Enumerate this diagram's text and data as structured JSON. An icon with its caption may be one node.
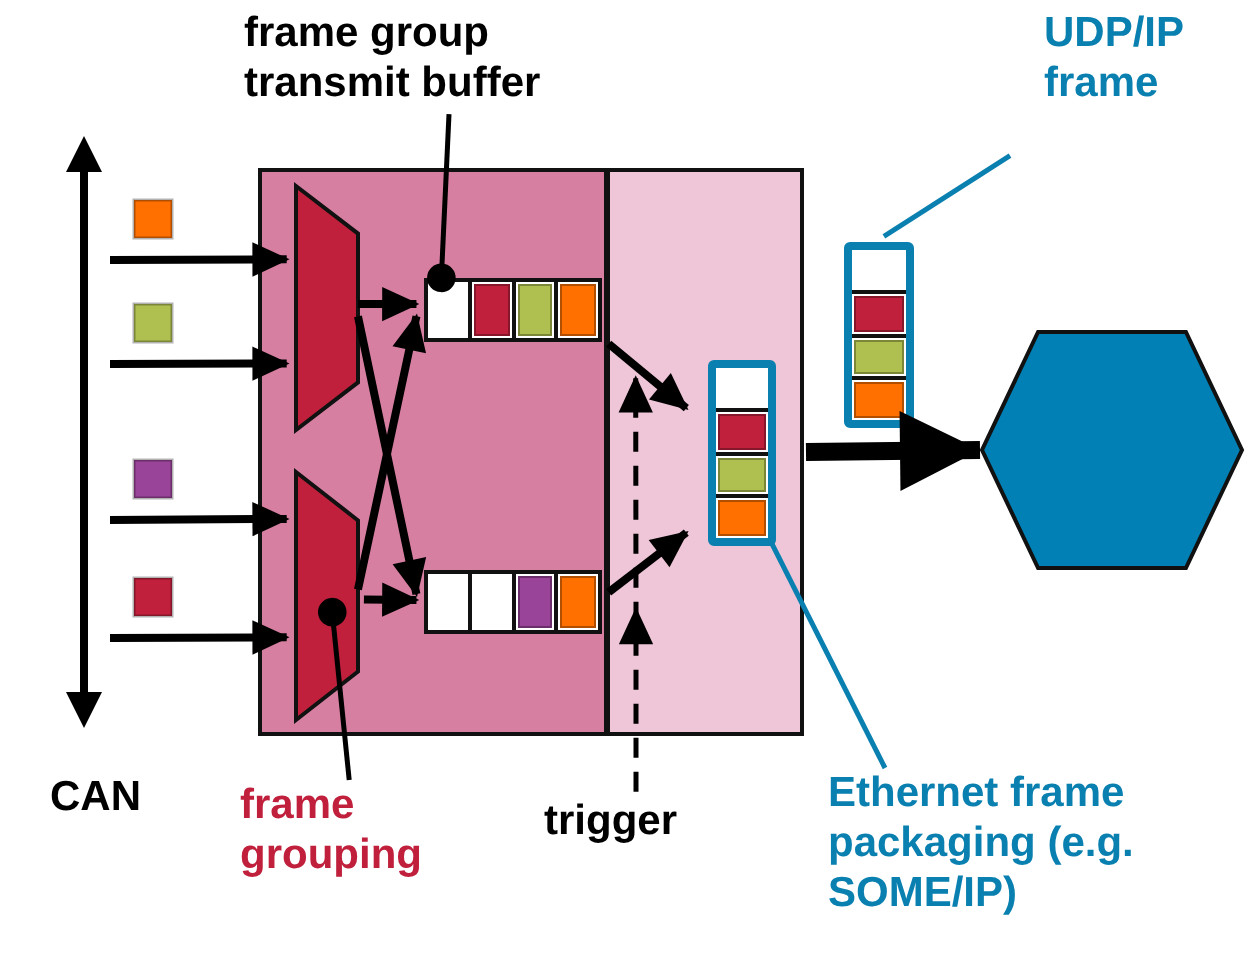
{
  "diagram": {
    "nodes": [
      {
        "text": [
          "frame group transmit buffer"
        ]
      },
      {
        "text": [
          "UDP/IP frame"
        ]
      },
      {
        "text": [],
        "shape": "box"
      },
      {
        "text": [],
        "shape": "trapezoid",
        "in": 2
      },
      {
        "text": [],
        "shape": "box",
        "in": 2
      },
      {
        "text": [],
        "shape": "trapezoid",
        "in": 2
      },
      {
        "text": [],
        "shape": "box",
        "in": 2
      },
      {
        "text": [],
        "shape": "box"
      },
      {
        "text": [],
        "shape": "box",
        "in": 7
      },
      {
        "text": [],
        "shape": "box"
      },
      {
        "text": [],
        "shape": "hexagon"
      },
      {
        "text": [
          "frame grouping"
        ]
      },
      {
        "text": [
          "trigger"
        ]
      },
      {
        "text": [
          "Ethernet frame packaging (e.g. SOME/IP)"
        ]
      }
    ],
    "edges": [
      {
        "from": null,
        "to": 3,
        "arrow": "to"
      },
      {
        "from": null,
        "to": 3,
        "arrow": "to"
      },
      {
        "from": null,
        "to": 5,
        "arrow": "to"
      },
      {
        "from": null,
        "to": 5,
        "arrow": "to"
      },
      {
        "from": 3,
        "to": 4,
        "arrow": "to"
      },
      {
        "from": 3,
        "to": 6,
        "arrow": "to"
      },
      {
        "from": 5,
        "to": 4,
        "arrow": "to"
      },
      {
        "from": 5,
        "to": 6,
        "arrow": "to"
      },
      {
        "from": 4,
        "to": 8,
        "arrow": "to"
      },
      {
        "from": 6,
        "to": 8,
        "arrow": "to"
      },
      {
        "from": 7,
        "to": 10,
        "arrow": "to",
        "style": "thick"
      },
      {
        "from": 0,
        "to": 4,
        "arrow": "other"
      },
      {
        "from": 11,
        "to": 5,
        "arrow": "other"
      },
      {
        "from": 1,
        "to": 9,
        "arrow": "none",
        "color": "#0a80b0"
      },
      {
        "from": 13,
        "to": 8,
        "arrow": "none",
        "color": "#0a80b0"
      },
      {
        "from": 12,
        "to": 7,
        "arrow": "to",
        "style": "dashed"
      }
    ],
    "labels": [
      "CAN"
    ]
  }
}
